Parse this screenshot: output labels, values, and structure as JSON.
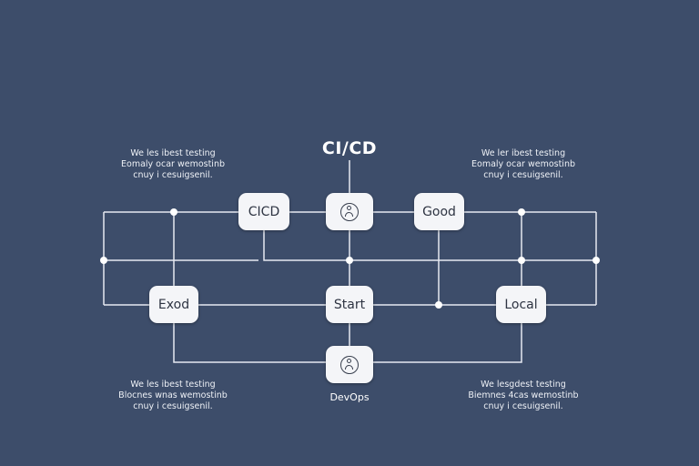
{
  "diagram": {
    "title": "CI/CD",
    "nodes": {
      "cicd": "CICD",
      "good": "Good",
      "exod": "Exod",
      "start": "Start",
      "local": "Local"
    },
    "icon_nodes": {
      "top": "user-circle-icon",
      "bottom": "user-circle-icon"
    },
    "bottom_label": "DevOps",
    "captions": {
      "top_left": [
        "We les ibest testing",
        "Eomaly ocar wemostinb",
        "cnuy i cesuigsenil."
      ],
      "top_right": [
        "We ler ibest testing",
        "Eomaly ocar wemostinb",
        "cnuy i cesuigsenil."
      ],
      "bottom_left": [
        "We les ibest testing",
        "Blocnes wnas wemostinb",
        "cnuy i cesuigsenil."
      ],
      "bottom_right": [
        "We lesgdest testing",
        "Biemnes 4cas wemostinb",
        "cnuy i cesuigsenil."
      ]
    }
  }
}
